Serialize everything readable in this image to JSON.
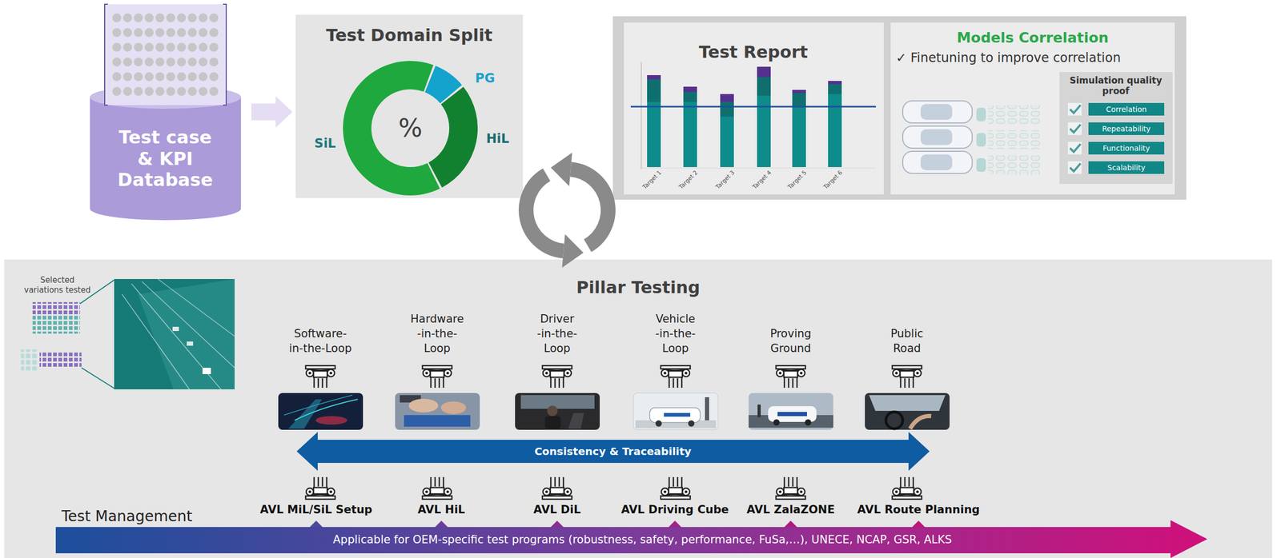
{
  "diagram": {
    "nodes": [
      {
        "text": [
          "Test case & KPI Database"
        ]
      },
      {
        "text": [
          "Test Domain Split"
        ]
      },
      {
        "text": [
          "%"
        ],
        "in": 1
      },
      {
        "text": [
          "Test Report"
        ]
      },
      {
        "text": [
          "Models Correlation",
          "✓ Finetuning to improve correlation"
        ]
      },
      {
        "text": [
          "Simulation quality proof"
        ],
        "in": 4
      },
      {
        "text": [
          "Correlation"
        ],
        "in": 5
      },
      {
        "text": [
          "Repeatability"
        ],
        "in": 5
      },
      {
        "text": [
          "Functionality"
        ],
        "in": 5
      },
      {
        "text": [
          "Scalability"
        ],
        "in": 5
      },
      {
        "text": [
          "Pillar Testing"
        ]
      },
      {
        "text": [
          "Software- in-the-Loop"
        ],
        "in": 10
      },
      {
        "text": [
          "Hardware -in-the- Loop"
        ],
        "in": 10
      },
      {
        "text": [
          "Driver -in-the- Loop"
        ],
        "in": 10
      },
      {
        "text": [
          "Vehicle -in-the- Loop"
        ],
        "in": 10
      },
      {
        "text": [
          "Proving Ground"
        ],
        "in": 10
      },
      {
        "text": [
          "Public Road"
        ],
        "in": 10
      },
      {
        "text": [
          "Consistency & Traceability"
        ],
        "in": 10
      },
      {
        "text": [
          "Applicable for OEM-specific test programs (robustness, safety, performance, FuSa,…), UNECE, NCAP, GSR, ALKS"
        ],
        "in": 10
      }
    ],
    "edges": [
      {
        "from": 0,
        "to": 1,
        "arrow": "to"
      }
    ],
    "labels": [
      "SiL",
      "PG",
      "HiL",
      "Target 1",
      "Target 2",
      "Target 3",
      "Target 4",
      "Target 5",
      "Target 6",
      "Selected variations tested",
      "AVL MiL/SiL Setup",
      "AVL HiL",
      "AVL DiL",
      "AVL Driving Cube",
      "AVL ZalaZONE",
      "AVL Route Planning",
      "Test Management"
    ]
  }
}
